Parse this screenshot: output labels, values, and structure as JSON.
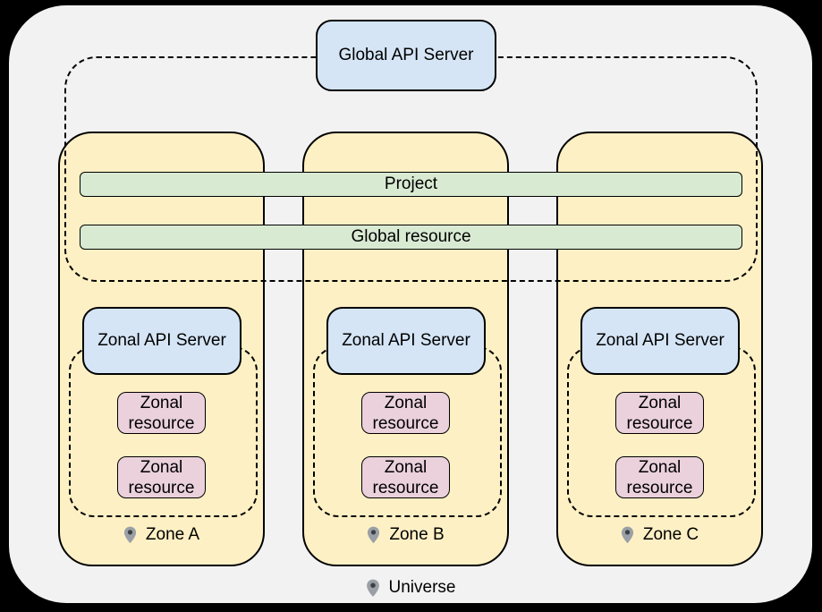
{
  "colors": {
    "page_bg": "#000000",
    "universe_bg": "#f2f2f3",
    "zone_fill": "#fdf0c4",
    "api_fill": "#d5e5f6",
    "bar_fill": "#d9ead3",
    "resource_fill": "#ead1dc",
    "stroke": "#000000",
    "pin_fill": "#9aa0a6",
    "pin_dot": "#3c4043"
  },
  "global_api_server_label": "Global API Server",
  "bars": {
    "project": "Project",
    "global_resource": "Global resource"
  },
  "universe_label": "Universe",
  "zones": [
    {
      "name": "Zone A",
      "api_server_label": "Zonal API Server",
      "resources": [
        "Zonal resource",
        "Zonal resource"
      ]
    },
    {
      "name": "Zone B",
      "api_server_label": "Zonal API Server",
      "resources": [
        "Zonal resource",
        "Zonal resource"
      ]
    },
    {
      "name": "Zone C",
      "api_server_label": "Zonal API Server",
      "resources": [
        "Zonal resource",
        "Zonal resource"
      ]
    }
  ]
}
